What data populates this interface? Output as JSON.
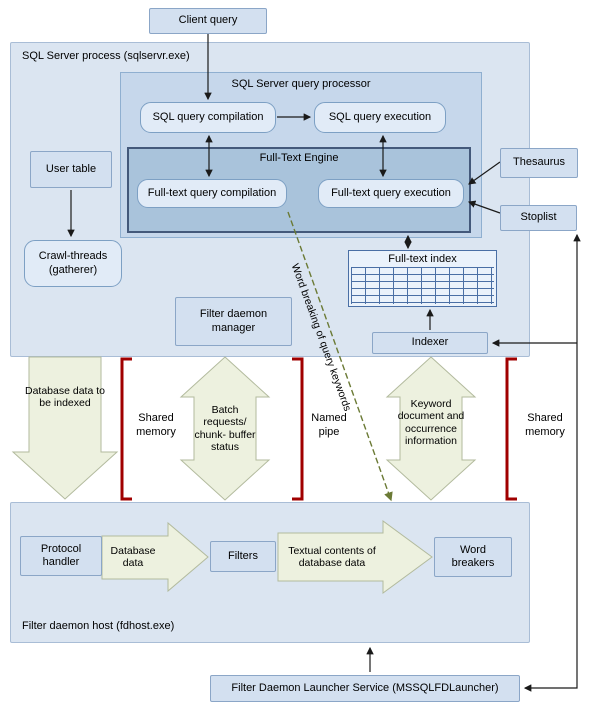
{
  "nodes": {
    "client_query": "Client query",
    "sql_process_label": "SQL Server process (sqlservr.exe)",
    "query_processor_label": "SQL Server query processor",
    "sql_query_compilation": "SQL query compilation",
    "sql_query_execution": "SQL query execution",
    "full_text_engine_label": "Full-Text Engine",
    "ft_query_compilation": "Full-text query compilation",
    "ft_query_execution": "Full-text query execution",
    "user_table": "User table",
    "crawl_threads": "Crawl-threads (gatherer)",
    "thesaurus": "Thesaurus",
    "stoplist": "Stoplist",
    "full_text_index": "Full-text index",
    "indexer": "Indexer",
    "filter_daemon_manager": "Filter daemon manager",
    "fdhost_label": "Filter daemon host (fdhost.exe)",
    "protocol_handler": "Protocol handler",
    "filters": "Filters",
    "word_breakers": "Word breakers",
    "launcher": "Filter Daemon Launcher Service (MSSQLFDLauncher)"
  },
  "flows": {
    "database_data_to_be_indexed": "Database data to be indexed",
    "shared_memory_left": "Shared memory",
    "batch_requests": "Batch requests/ chunk- buffer status",
    "named_pipe": "Named pipe",
    "keyword_document": "Keyword document and occurrence information",
    "shared_memory_right": "Shared memory",
    "database_data": "Database data",
    "textual_contents": "Textual contents of database data",
    "word_breaking_label": "Word breaking of query keywords"
  },
  "colors": {
    "container_fill": "#dbe5f1",
    "processor_fill": "#c6d7eb",
    "engine_fill": "#a9c3db",
    "node_fill": "#d3e0f0",
    "rounded_fill": "#e1ebf7",
    "block_arrow_fill": "#edf1df",
    "bracket_red": "#a00000",
    "dashed_green": "#6b7a35",
    "connector_black": "#1a1a1a"
  }
}
